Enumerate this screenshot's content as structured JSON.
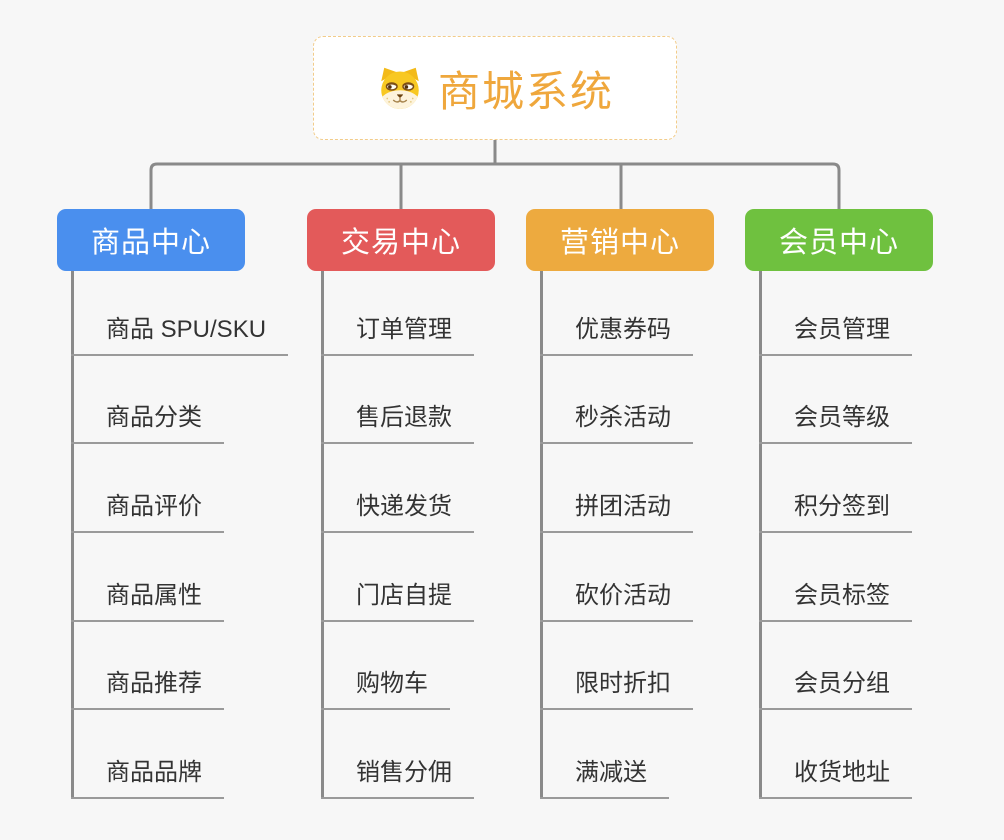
{
  "root": {
    "title": "商城系统",
    "icon": "shiba-dog-icon",
    "text_color": "#efa73c",
    "border_color": "#f2cc8a",
    "background": "#ffffff"
  },
  "columns": [
    {
      "label": "商品中心",
      "color": "#4a8fee",
      "items": [
        "商品 SPU/SKU",
        "商品分类",
        "商品评价",
        "商品属性",
        "商品推荐",
        "商品品牌"
      ]
    },
    {
      "label": "交易中心",
      "color": "#e35a5a",
      "items": [
        "订单管理",
        "售后退款",
        "快递发货",
        "门店自提",
        "购物车",
        "销售分佣"
      ]
    },
    {
      "label": "营销中心",
      "color": "#edaa3f",
      "items": [
        "优惠券码",
        "秒杀活动",
        "拼团活动",
        "砍价活动",
        "限时折扣",
        "满减送"
      ]
    },
    {
      "label": "会员中心",
      "color": "#6fc13f",
      "items": [
        "会员管理",
        "会员等级",
        "积分签到",
        "会员标签",
        "会员分组",
        "收货地址"
      ]
    }
  ],
  "connectors": {
    "line_color": "#8a8a8a",
    "underline_color": "#9a9a9a"
  }
}
